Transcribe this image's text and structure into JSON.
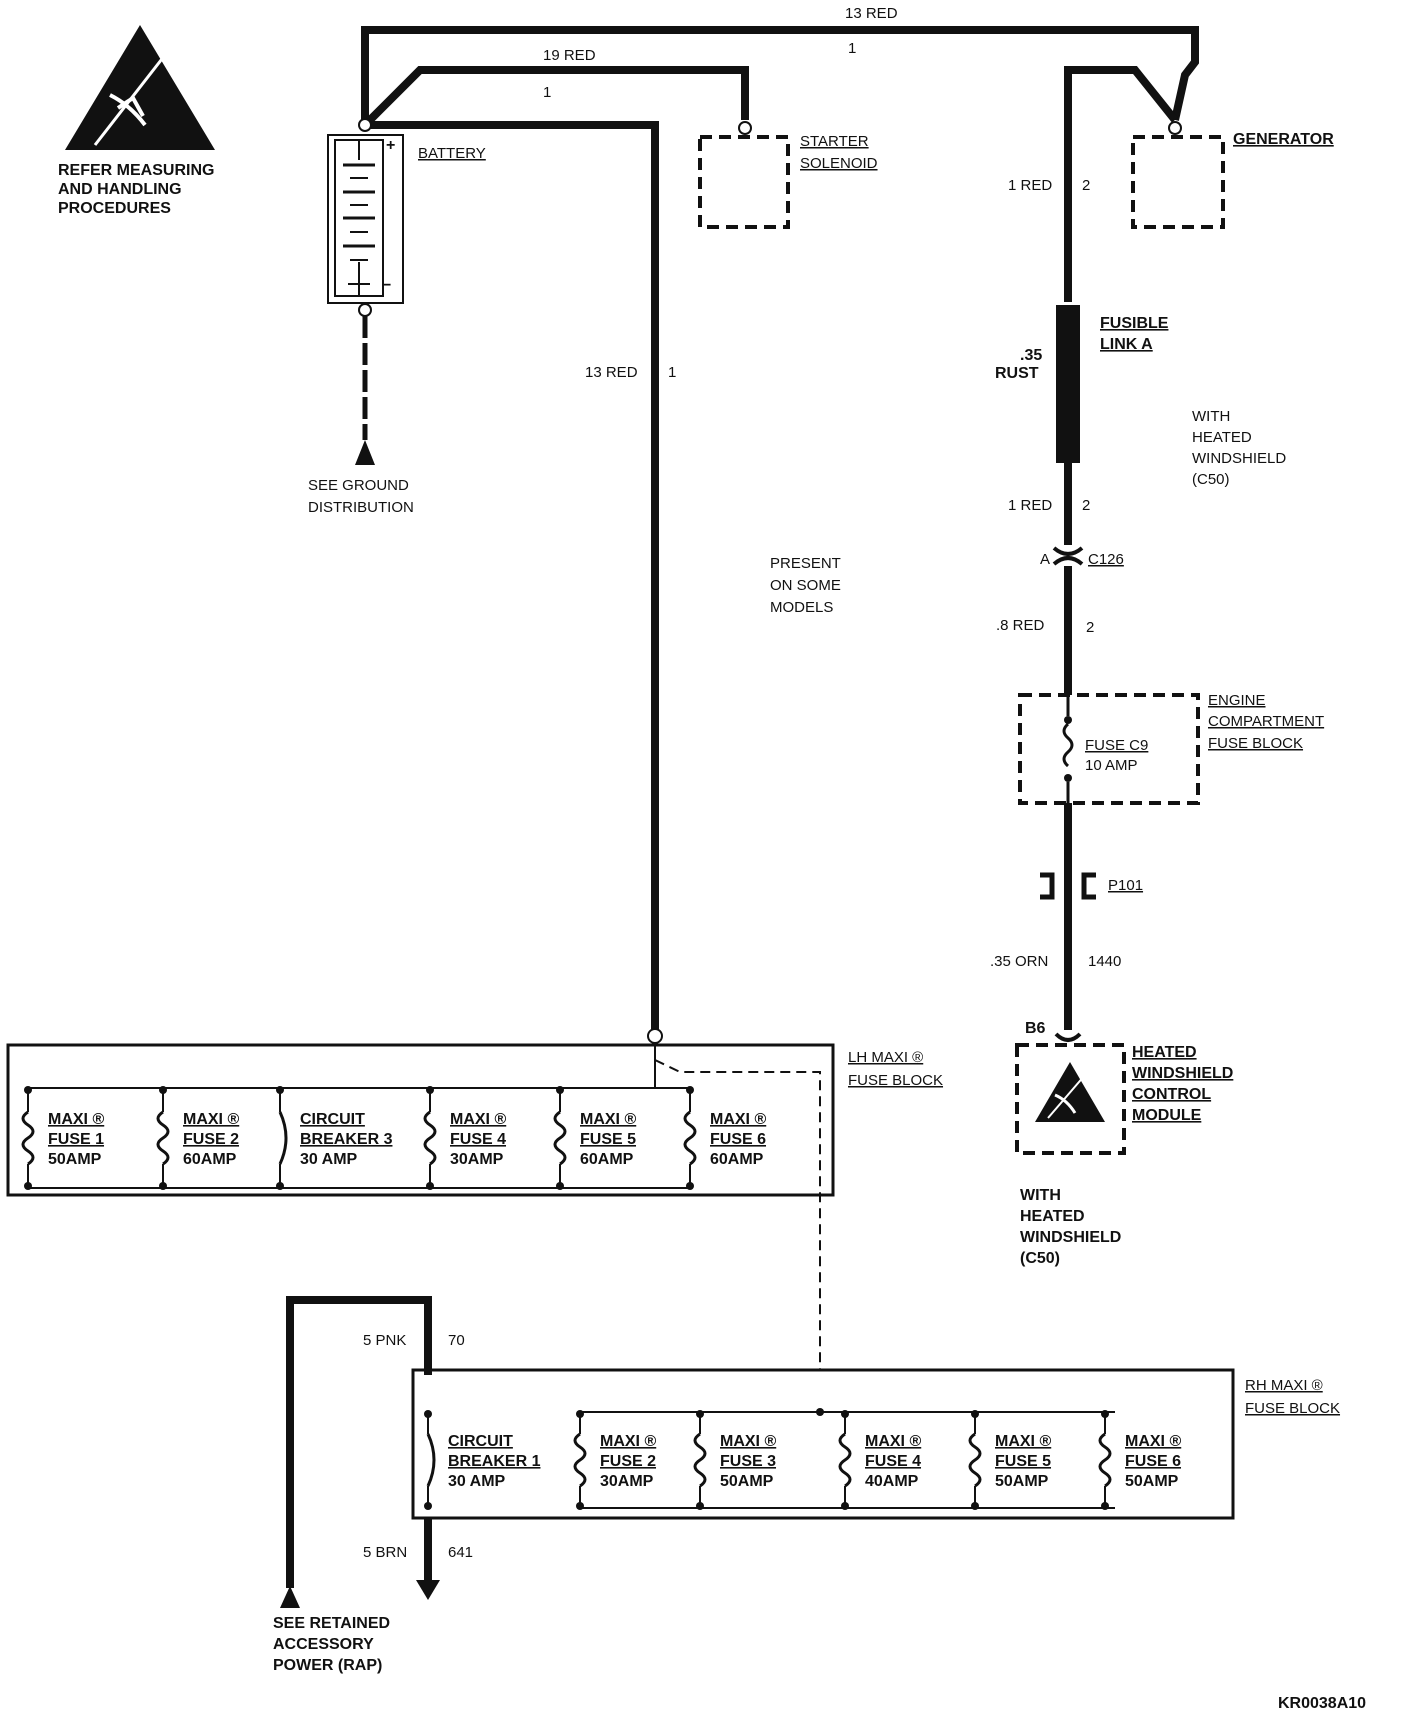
{
  "esd_note": [
    "REFER MEASURING",
    "AND HANDLING",
    "PROCEDURES"
  ],
  "wires_top": {
    "w13_size": "13 RED",
    "w13_circuit": "1",
    "w19_size": "19 RED",
    "w19_circuit": "1"
  },
  "battery": {
    "label": "BATTERY",
    "plus": "+",
    "minus": "−"
  },
  "ground": [
    "SEE GROUND",
    "DISTRIBUTION"
  ],
  "starter": [
    "STARTER",
    "SOLENOID"
  ],
  "generator": "GENERATOR",
  "left_wire": {
    "size": "13 RED",
    "circuit": "1"
  },
  "present_note": [
    "PRESENT",
    "ON SOME",
    "MODELS"
  ],
  "gen_wire1": {
    "size": "1 RED",
    "circuit": "2"
  },
  "fusible": {
    "name": [
      "FUSIBLE",
      "LINK A"
    ],
    "size": [
      ".35",
      "RUST"
    ]
  },
  "heated_note_1": [
    "WITH",
    "HEATED",
    "WINDSHIELD",
    "(C50)"
  ],
  "gen_wire2": {
    "size": "1 RED",
    "circuit": "2"
  },
  "c126": {
    "pin": "A",
    "name": "C126"
  },
  "gen_wire3": {
    "size": ".8 RED",
    "circuit": "2"
  },
  "engine_block": {
    "name": [
      "ENGINE",
      "COMPARTMENT",
      "FUSE BLOCK"
    ],
    "fuse": "FUSE C9",
    "rating": "10 AMP"
  },
  "p101": "P101",
  "orn_wire": {
    "size": ".35 ORN",
    "circuit": "1440"
  },
  "module": {
    "pin": "B6",
    "name": [
      "HEATED",
      "WINDSHIELD",
      "CONTROL",
      "MODULE"
    ]
  },
  "heated_note_2": [
    "WITH",
    "HEATED",
    "WINDSHIELD",
    "(C50)"
  ],
  "lh_block": {
    "name": [
      "LH MAXI ®",
      "FUSE BLOCK"
    ],
    "fuses": [
      {
        "l1": "MAXI ®",
        "l2": "FUSE 1",
        "amp": "50AMP"
      },
      {
        "l1": "MAXI ®",
        "l2": "FUSE 2",
        "amp": "60AMP"
      },
      {
        "l1": "CIRCUIT",
        "l2": "BREAKER 3",
        "amp": "30 AMP"
      },
      {
        "l1": "MAXI ®",
        "l2": "FUSE 4",
        "amp": "30AMP"
      },
      {
        "l1": "MAXI ®",
        "l2": "FUSE 5",
        "amp": "60AMP"
      },
      {
        "l1": "MAXI ®",
        "l2": "FUSE 6",
        "amp": "60AMP"
      }
    ]
  },
  "rh_block": {
    "name": [
      "RH MAXI ®",
      "FUSE BLOCK"
    ],
    "fuses": [
      {
        "l1": "CIRCUIT",
        "l2": "BREAKER 1",
        "amp": "30 AMP"
      },
      {
        "l1": "MAXI ®",
        "l2": "FUSE 2",
        "amp": "30AMP"
      },
      {
        "l1": "MAXI ®",
        "l2": "FUSE 3",
        "amp": "50AMP"
      },
      {
        "l1": "MAXI ®",
        "l2": "FUSE 4",
        "amp": "40AMP"
      },
      {
        "l1": "MAXI ®",
        "l2": "FUSE 5",
        "amp": "50AMP"
      },
      {
        "l1": "MAXI ®",
        "l2": "FUSE 6",
        "amp": "50AMP"
      }
    ]
  },
  "pnk_wire": {
    "size": "5 PNK",
    "circuit": "70"
  },
  "brn_wire": {
    "size": "5 BRN",
    "circuit": "641"
  },
  "rap": [
    "SEE RETAINED",
    "ACCESSORY",
    "POWER (RAP)"
  ],
  "figure_id": "KR0038A10"
}
